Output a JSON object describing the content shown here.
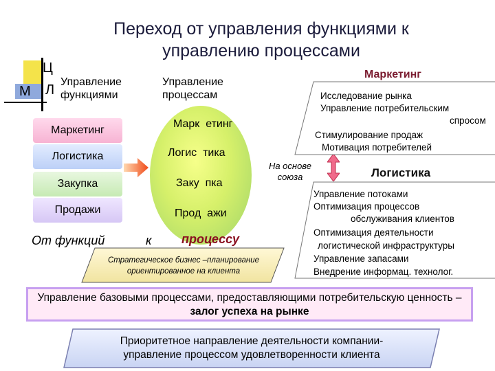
{
  "title": "Переход от управления функциями к управлению процессами",
  "logo": {
    "letters": [
      "Ц",
      "М",
      "Л"
    ]
  },
  "headers": {
    "functions": "Управление функциями",
    "processes": "Управление процессам"
  },
  "functions": [
    "Маркетинг",
    "Логистика",
    "Закупка",
    "Продажи"
  ],
  "processes": [
    "Марк  етинг",
    "Логис  тика",
    "Заку  пка",
    "Прод  ажи"
  ],
  "flow": {
    "from": "От функций",
    "to": "к",
    "target": "процессу"
  },
  "strategy": "Стратегическое бизнес –планирование ориентированное на клиента",
  "union": "На основе союза",
  "marketing": {
    "heading": "Маркетинг",
    "items": [
      "Исследование рынка",
      "Управление потребительским",
      "спросом",
      "Стимулирование продаж",
      "Мотивация потребителей"
    ]
  },
  "logistics": {
    "heading": "Логистика",
    "items": [
      "Управление потоками",
      "Оптимизация процессов",
      "обслуживания клиентов",
      "Оптимизация деятельности",
      "логистической инфраструктуры",
      "Управление запасами",
      "Внедрение информац. технолог."
    ]
  },
  "box1": {
    "text": "Управление базовыми процессами, предоставляющими потребительскую ценность –",
    "bold": "залог успеха на рынке"
  },
  "box2": {
    "text": "Приоритетное направление деятельности компании-",
    "bold": "управление процессом удовлетворенности клиента"
  }
}
